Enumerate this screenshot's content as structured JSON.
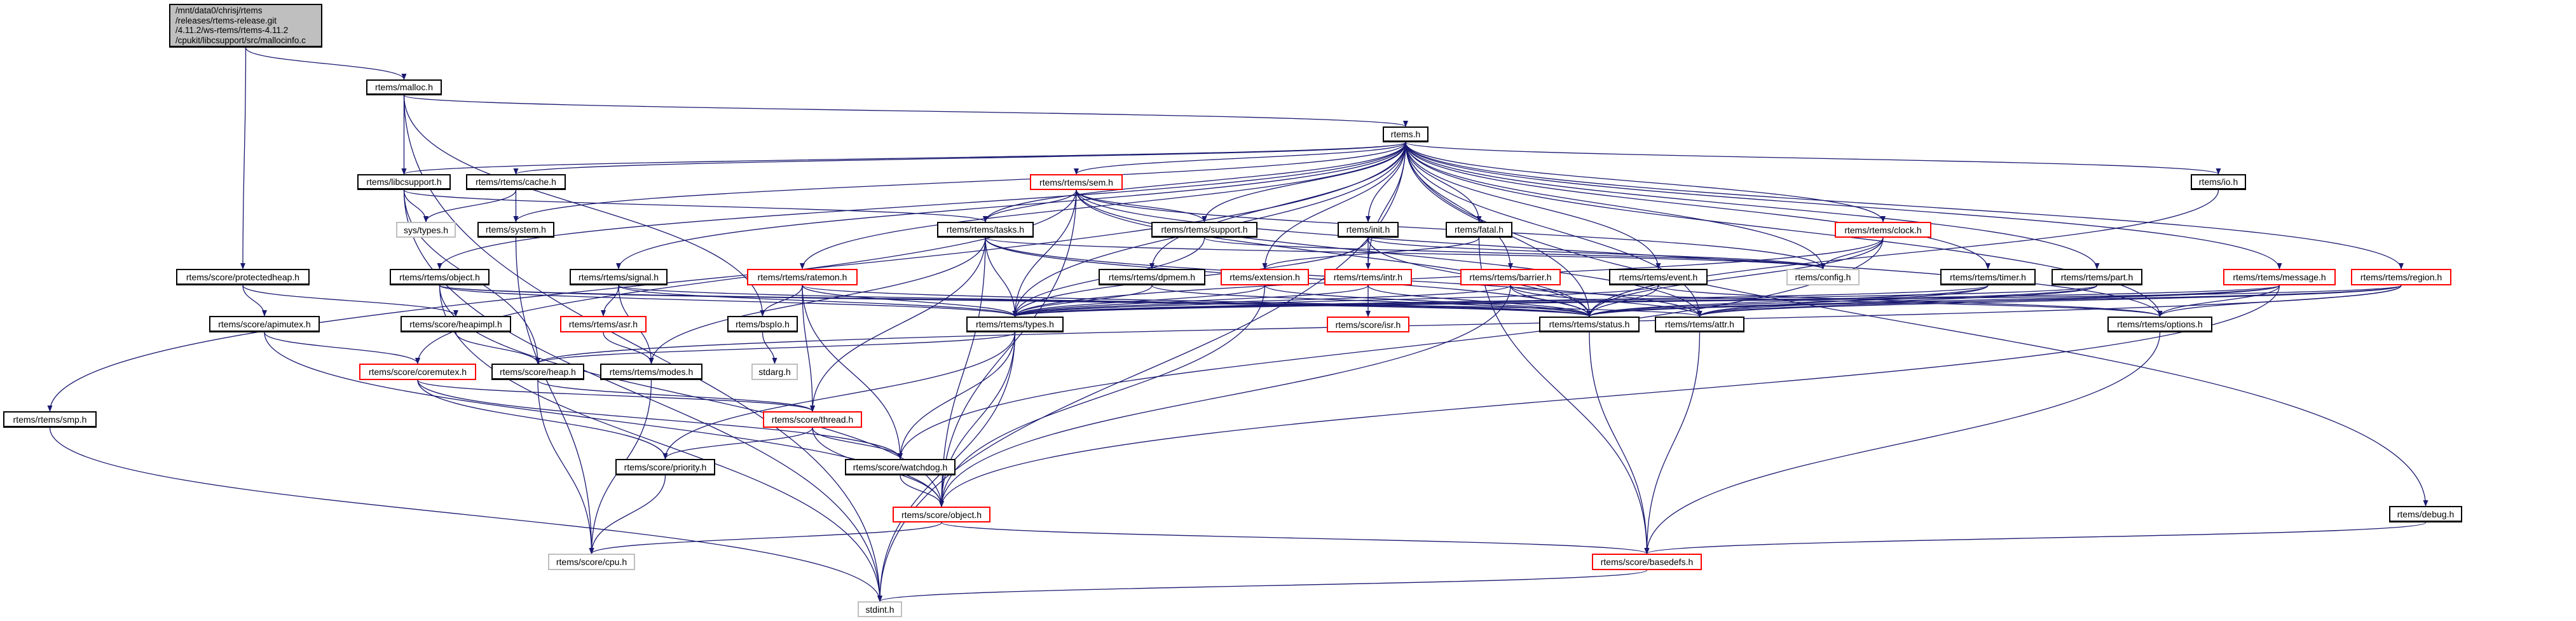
{
  "graph": {
    "root_lines": [
      "/mnt/data0/chrisj/rtems",
      "/releases/rtems-release.git",
      "/4.11.2/ws-rtems/rtems-4.11.2",
      "/cpukit/libcsupport/src/mallocinfo.c"
    ],
    "edge_color": "#191970",
    "nodes": {
      "malloc": {
        "label": "rtems/malloc.h",
        "style": "normal"
      },
      "rtems": {
        "label": "rtems.h",
        "style": "normal"
      },
      "libcsupport": {
        "label": "rtems/libcsupport.h",
        "style": "normal"
      },
      "cache": {
        "label": "rtems/rtems/cache.h",
        "style": "normal"
      },
      "sem": {
        "label": "rtems/rtems/sem.h",
        "style": "red"
      },
      "io": {
        "label": "rtems/io.h",
        "style": "normal"
      },
      "systypes": {
        "label": "sys/types.h",
        "style": "gray"
      },
      "system": {
        "label": "rtems/system.h",
        "style": "normal"
      },
      "tasks": {
        "label": "rtems/rtems/tasks.h",
        "style": "normal"
      },
      "support": {
        "label": "rtems/rtems/support.h",
        "style": "normal"
      },
      "init": {
        "label": "rtems/init.h",
        "style": "normal"
      },
      "fatal": {
        "label": "rtems/fatal.h",
        "style": "normal"
      },
      "clock": {
        "label": "rtems/rtems/clock.h",
        "style": "red"
      },
      "protectedheap": {
        "label": "rtems/score/protectedheap.h",
        "style": "normal"
      },
      "robject": {
        "label": "rtems/rtems/object.h",
        "style": "normal"
      },
      "signal": {
        "label": "rtems/rtems/signal.h",
        "style": "normal"
      },
      "ratemon": {
        "label": "rtems/rtems/ratemon.h",
        "style": "red"
      },
      "dpmem": {
        "label": "rtems/rtems/dpmem.h",
        "style": "normal"
      },
      "extension": {
        "label": "rtems/extension.h",
        "style": "red"
      },
      "intr": {
        "label": "rtems/rtems/intr.h",
        "style": "red"
      },
      "barrier": {
        "label": "rtems/rtems/barrier.h",
        "style": "red"
      },
      "event": {
        "label": "rtems/rtems/event.h",
        "style": "normal"
      },
      "config": {
        "label": "rtems/config.h",
        "style": "gray"
      },
      "timer": {
        "label": "rtems/rtems/timer.h",
        "style": "normal"
      },
      "part": {
        "label": "rtems/rtems/part.h",
        "style": "normal"
      },
      "message": {
        "label": "rtems/rtems/message.h",
        "style": "red"
      },
      "region": {
        "label": "rtems/rtems/region.h",
        "style": "red"
      },
      "apimutex": {
        "label": "rtems/score/apimutex.h",
        "style": "normal"
      },
      "heapimpl": {
        "label": "rtems/score/heapimpl.h",
        "style": "normal"
      },
      "asr": {
        "label": "rtems/rtems/asr.h",
        "style": "red"
      },
      "bspio": {
        "label": "rtems/bspIo.h",
        "style": "normal"
      },
      "types": {
        "label": "rtems/rtems/types.h",
        "style": "normal"
      },
      "isr": {
        "label": "rtems/score/isr.h",
        "style": "red"
      },
      "status": {
        "label": "rtems/rtems/status.h",
        "style": "normal"
      },
      "attr": {
        "label": "rtems/rtems/attr.h",
        "style": "normal"
      },
      "options": {
        "label": "rtems/rtems/options.h",
        "style": "normal"
      },
      "coremutex": {
        "label": "rtems/score/coremutex.h",
        "style": "red"
      },
      "heap": {
        "label": "rtems/score/heap.h",
        "style": "normal"
      },
      "modes": {
        "label": "rtems/rtems/modes.h",
        "style": "normal"
      },
      "stdarg": {
        "label": "stdarg.h",
        "style": "gray"
      },
      "smp": {
        "label": "rtems/rtems/smp.h",
        "style": "normal"
      },
      "thread": {
        "label": "rtems/score/thread.h",
        "style": "red"
      },
      "priority": {
        "label": "rtems/score/priority.h",
        "style": "normal"
      },
      "watchdog": {
        "label": "rtems/score/watchdog.h",
        "style": "normal"
      },
      "sobject": {
        "label": "rtems/score/object.h",
        "style": "red"
      },
      "debug": {
        "label": "rtems/debug.h",
        "style": "normal"
      },
      "cpu": {
        "label": "rtems/score/cpu.h",
        "style": "gray"
      },
      "basedefs": {
        "label": "rtems/score/basedefs.h",
        "style": "red"
      },
      "stdint": {
        "label": "stdint.h",
        "style": "gray"
      }
    },
    "edges": [
      [
        "root",
        "malloc"
      ],
      [
        "root",
        "protectedheap"
      ],
      [
        "malloc",
        "rtems"
      ],
      [
        "malloc",
        "libcsupport"
      ],
      [
        "malloc",
        "bspio"
      ],
      [
        "malloc",
        "stdint"
      ],
      [
        "libcsupport",
        "systypes"
      ],
      [
        "libcsupport",
        "tasks"
      ],
      [
        "libcsupport",
        "stdint"
      ],
      [
        "libcsupport",
        "heap"
      ],
      [
        "cache",
        "systypes"
      ],
      [
        "cache",
        "system"
      ],
      [
        "system",
        "cpu"
      ],
      [
        "protectedheap",
        "apimutex"
      ],
      [
        "protectedheap",
        "heapimpl"
      ],
      [
        "apimutex",
        "coremutex"
      ],
      [
        "apimutex",
        "sobject"
      ],
      [
        "heapimpl",
        "heap"
      ],
      [
        "robject",
        "types"
      ],
      [
        "robject",
        "sobject"
      ],
      [
        "robject",
        "stdint"
      ],
      [
        "robject",
        "status"
      ],
      [
        "robject",
        "attr"
      ],
      [
        "signal",
        "asr"
      ],
      [
        "signal",
        "modes"
      ],
      [
        "signal",
        "types"
      ],
      [
        "signal",
        "status"
      ],
      [
        "ratemon",
        "bspio"
      ],
      [
        "ratemon",
        "types"
      ],
      [
        "ratemon",
        "status"
      ],
      [
        "ratemon",
        "thread"
      ],
      [
        "ratemon",
        "watchdog"
      ],
      [
        "rtems",
        "types"
      ],
      [
        "rtems",
        "config"
      ],
      [
        "rtems",
        "init"
      ],
      [
        "rtems",
        "tasks"
      ],
      [
        "rtems",
        "intr"
      ],
      [
        "rtems",
        "barrier"
      ],
      [
        "rtems",
        "cache"
      ],
      [
        "rtems",
        "clock"
      ],
      [
        "rtems",
        "dpmem"
      ],
      [
        "rtems",
        "event"
      ],
      [
        "rtems",
        "extension"
      ],
      [
        "rtems",
        "fatal"
      ],
      [
        "rtems",
        "io"
      ],
      [
        "rtems",
        "message"
      ],
      [
        "rtems",
        "robject"
      ],
      [
        "rtems",
        "part"
      ],
      [
        "rtems",
        "ratemon"
      ],
      [
        "rtems",
        "region"
      ],
      [
        "rtems",
        "sem"
      ],
      [
        "rtems",
        "signal"
      ],
      [
        "rtems",
        "support"
      ],
      [
        "rtems",
        "system"
      ],
      [
        "rtems",
        "timer"
      ],
      [
        "rtems",
        "debug"
      ],
      [
        "rtems",
        "libcsupport"
      ],
      [
        "rtems",
        "smp"
      ],
      [
        "rtems",
        "status"
      ],
      [
        "rtems",
        "attr"
      ],
      [
        "rtems",
        "options"
      ],
      [
        "rtems",
        "stdint"
      ],
      [
        "sem",
        "tasks"
      ],
      [
        "sem",
        "support"
      ],
      [
        "sem",
        "types"
      ],
      [
        "sem",
        "attr"
      ],
      [
        "sem",
        "status"
      ],
      [
        "sem",
        "options"
      ],
      [
        "sem",
        "sobject"
      ],
      [
        "sem",
        "coremutex"
      ],
      [
        "sem",
        "config"
      ],
      [
        "tasks",
        "types"
      ],
      [
        "tasks",
        "status"
      ],
      [
        "tasks",
        "attr"
      ],
      [
        "tasks",
        "modes"
      ],
      [
        "tasks",
        "sobject"
      ],
      [
        "tasks",
        "config"
      ],
      [
        "tasks",
        "thread"
      ],
      [
        "support",
        "types"
      ],
      [
        "support",
        "config"
      ],
      [
        "init",
        "config"
      ],
      [
        "init",
        "intr"
      ],
      [
        "init",
        "types"
      ],
      [
        "init",
        "status"
      ],
      [
        "fatal",
        "extension"
      ],
      [
        "fatal",
        "basedefs"
      ],
      [
        "clock",
        "config"
      ],
      [
        "clock",
        "types"
      ],
      [
        "clock",
        "status"
      ],
      [
        "clock",
        "watchdog"
      ],
      [
        "intr",
        "isr"
      ],
      [
        "intr",
        "types"
      ],
      [
        "intr",
        "status"
      ],
      [
        "barrier",
        "types"
      ],
      [
        "barrier",
        "attr"
      ],
      [
        "barrier",
        "status"
      ],
      [
        "barrier",
        "options"
      ],
      [
        "barrier",
        "sobject"
      ],
      [
        "event",
        "types"
      ],
      [
        "event",
        "status"
      ],
      [
        "event",
        "options"
      ],
      [
        "extension",
        "types"
      ],
      [
        "extension",
        "status"
      ],
      [
        "extension",
        "sobject"
      ],
      [
        "dpmem",
        "types"
      ],
      [
        "dpmem",
        "status"
      ],
      [
        "timer",
        "types"
      ],
      [
        "timer",
        "status"
      ],
      [
        "timer",
        "attr"
      ],
      [
        "part",
        "types"
      ],
      [
        "part",
        "status"
      ],
      [
        "part",
        "attr"
      ],
      [
        "io",
        "status"
      ],
      [
        "message",
        "types"
      ],
      [
        "message",
        "status"
      ],
      [
        "message",
        "attr"
      ],
      [
        "message",
        "options"
      ],
      [
        "message",
        "sobject"
      ],
      [
        "region",
        "types"
      ],
      [
        "region",
        "status"
      ],
      [
        "region",
        "attr"
      ],
      [
        "region",
        "options"
      ],
      [
        "region",
        "heap"
      ],
      [
        "options",
        "basedefs"
      ],
      [
        "status",
        "basedefs"
      ],
      [
        "attr",
        "basedefs"
      ],
      [
        "types",
        "sobject"
      ],
      [
        "types",
        "watchdog"
      ],
      [
        "types",
        "priority"
      ],
      [
        "types",
        "heap"
      ],
      [
        "types",
        "stdint"
      ],
      [
        "asr",
        "modes"
      ],
      [
        "modes",
        "cpu"
      ],
      [
        "bspio",
        "stdarg"
      ],
      [
        "coremutex",
        "thread"
      ],
      [
        "coremutex",
        "priority"
      ],
      [
        "coremutex",
        "watchdog"
      ],
      [
        "heap",
        "cpu"
      ],
      [
        "heap",
        "thread"
      ],
      [
        "thread",
        "priority"
      ],
      [
        "thread",
        "watchdog"
      ],
      [
        "thread",
        "sobject"
      ],
      [
        "priority",
        "cpu"
      ],
      [
        "watchdog",
        "sobject"
      ],
      [
        "sobject",
        "basedefs"
      ],
      [
        "sobject",
        "cpu"
      ],
      [
        "basedefs",
        "stdint"
      ],
      [
        "debug",
        "basedefs"
      ],
      [
        "smp",
        "stdint"
      ]
    ]
  }
}
